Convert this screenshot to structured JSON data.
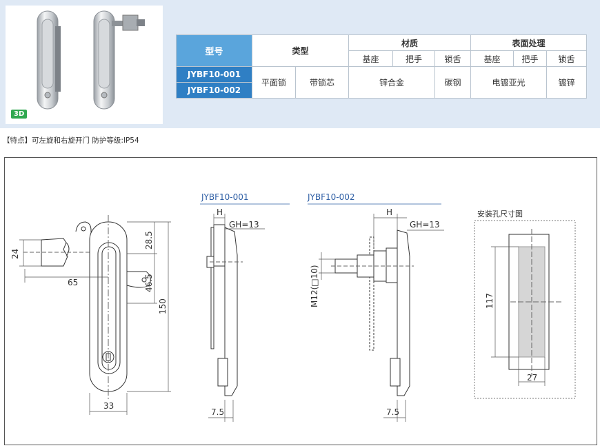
{
  "photo": {
    "badge": "3D"
  },
  "spec_table": {
    "col_model": "型号",
    "col_type": "类型",
    "col_material": "材质",
    "col_surface": "表面处理",
    "sub_base": "基座",
    "sub_handle": "把手",
    "sub_tongue": "锁舌",
    "sub_base2": "基座",
    "sub_handle2": "把手",
    "sub_tongue2": "锁舌",
    "model1": "JYBF10-001",
    "model2": "JYBF10-002",
    "type1": "平面锁",
    "type2": "带锁芯",
    "material_base_handle": "锌合金",
    "material_tongue": "碳钢",
    "surface_base_handle": "电镀亚光",
    "surface_tongue": "镀锌"
  },
  "feature_text": "【特点】可左旋和右旋开门    防护等级:IP54",
  "drawing": {
    "front": {
      "d24": "24",
      "d65": "65",
      "d28_5": "28.5",
      "d46_5": "46.5",
      "d150": "150",
      "d33": "33"
    },
    "side1": {
      "title": "JYBF10-001",
      "h": "H",
      "gh": "GH=13",
      "d7_5": "7.5"
    },
    "side2": {
      "title": "JYBF10-002",
      "h": "H",
      "gh": "GH=13",
      "m12": "M12(□10)",
      "d7_5": "7.5"
    },
    "cutout": {
      "title": "安装孔尺寸图",
      "d117": "117",
      "d27": "27"
    }
  }
}
